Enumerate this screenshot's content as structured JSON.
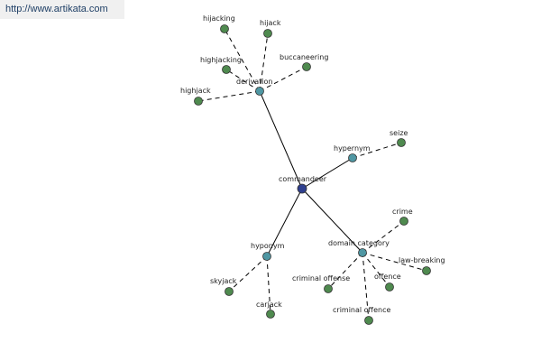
{
  "banner": {
    "url": "http://www.artikata.com"
  },
  "colors": {
    "root": "#2e3f8f",
    "relation": "#4f97a3",
    "leaf": "#4f8a4f"
  },
  "graph": {
    "nodes": [
      {
        "id": "commandeer",
        "label": "commandeer",
        "kind": "root"
      },
      {
        "id": "derivation",
        "label": "derivation",
        "kind": "relation"
      },
      {
        "id": "hypernym",
        "label": "hypernym",
        "kind": "relation"
      },
      {
        "id": "hyponym",
        "label": "hyponym",
        "kind": "relation"
      },
      {
        "id": "domain",
        "label": "domain category",
        "kind": "relation"
      },
      {
        "id": "hijacking",
        "label": "hijacking",
        "kind": "leaf"
      },
      {
        "id": "hijack",
        "label": "hijack",
        "kind": "leaf"
      },
      {
        "id": "highjacking",
        "label": "highjacking",
        "kind": "leaf"
      },
      {
        "id": "buccaneering",
        "label": "buccaneering",
        "kind": "leaf"
      },
      {
        "id": "highjack",
        "label": "highjack",
        "kind": "leaf"
      },
      {
        "id": "seize",
        "label": "seize",
        "kind": "leaf"
      },
      {
        "id": "skyjack",
        "label": "skyjack",
        "kind": "leaf"
      },
      {
        "id": "carjack",
        "label": "carjack",
        "kind": "leaf"
      },
      {
        "id": "crime",
        "label": "crime",
        "kind": "leaf"
      },
      {
        "id": "lawbreaking",
        "label": "law-breaking",
        "kind": "leaf"
      },
      {
        "id": "criminal_offense",
        "label": "criminal offense",
        "kind": "leaf"
      },
      {
        "id": "offence",
        "label": "offence",
        "kind": "leaf"
      },
      {
        "id": "criminal_offence",
        "label": "criminal offence",
        "kind": "leaf"
      }
    ],
    "edges": [
      {
        "from": "commandeer",
        "to": "derivation",
        "style": "solid"
      },
      {
        "from": "commandeer",
        "to": "hypernym",
        "style": "solid"
      },
      {
        "from": "commandeer",
        "to": "hyponym",
        "style": "solid"
      },
      {
        "from": "commandeer",
        "to": "domain",
        "style": "solid"
      },
      {
        "from": "derivation",
        "to": "hijacking",
        "style": "dashed"
      },
      {
        "from": "derivation",
        "to": "hijack",
        "style": "dashed"
      },
      {
        "from": "derivation",
        "to": "highjacking",
        "style": "dashed"
      },
      {
        "from": "derivation",
        "to": "buccaneering",
        "style": "dashed"
      },
      {
        "from": "derivation",
        "to": "highjack",
        "style": "dashed"
      },
      {
        "from": "hypernym",
        "to": "seize",
        "style": "dashed"
      },
      {
        "from": "hyponym",
        "to": "skyjack",
        "style": "dashed"
      },
      {
        "from": "hyponym",
        "to": "carjack",
        "style": "dashed"
      },
      {
        "from": "domain",
        "to": "crime",
        "style": "dashed"
      },
      {
        "from": "domain",
        "to": "lawbreaking",
        "style": "dashed"
      },
      {
        "from": "domain",
        "to": "criminal_offense",
        "style": "dashed"
      },
      {
        "from": "domain",
        "to": "offence",
        "style": "dashed"
      },
      {
        "from": "domain",
        "to": "criminal_offence",
        "style": "dashed"
      }
    ]
  }
}
